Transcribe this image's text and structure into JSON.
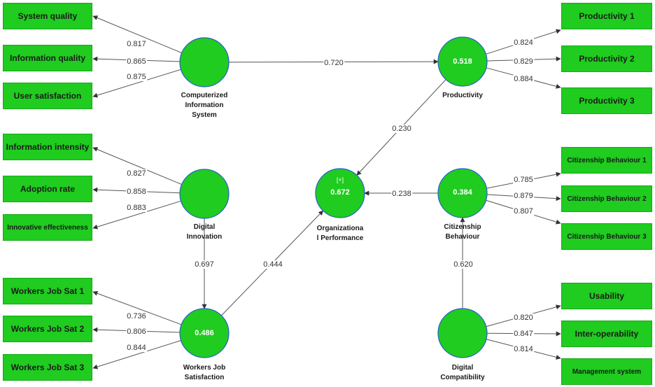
{
  "colors": {
    "fill": "#1fcc1f",
    "stroke": "#2a5fcc",
    "edge": "#555555"
  },
  "latents": {
    "cis": {
      "label": "Computerized\nInformation\nSystem",
      "r2": ""
    },
    "di": {
      "label": "Digital\nInnovation",
      "r2": ""
    },
    "wjs": {
      "label": "Workers Job\nSatisfaction",
      "r2": "0.486"
    },
    "op": {
      "label": "Organizationa\nl Performance",
      "r2": "0.672",
      "expand": "[+]"
    },
    "prod": {
      "label": "Productivity",
      "r2": "0.518"
    },
    "cb": {
      "label": "Citizenship\nBehaviour",
      "r2": "0.384"
    },
    "dc": {
      "label": "Digital\nCompatibility",
      "r2": ""
    }
  },
  "indicators": {
    "sq": "System quality",
    "iq": "Information quality",
    "us": "User satisfaction",
    "ii": "Information intensity",
    "ar": "Adoption rate",
    "ie": "Innovative effectiveness",
    "wjs1": "Workers Job Sat 1",
    "wjs2": "Workers Job Sat 2",
    "wjs3": "Workers Job Sat 3",
    "p1": "Productivity 1",
    "p2": "Productivity 2",
    "p3": "Productivity 3",
    "cb1": "Citizenship Behaviour 1",
    "cb2": "Citizenship Behaviour 2",
    "cb3": "Citizenship Behaviour 3",
    "u": "Usability",
    "io": "Inter-operability",
    "ms": "Management system"
  },
  "loadings": {
    "sq": "0.817",
    "iq": "0.865",
    "us": "0.875",
    "ii": "0.827",
    "ar": "0.858",
    "ie": "0.883",
    "wjs1": "0.736",
    "wjs2": "0.806",
    "wjs3": "0.844",
    "p1": "0.824",
    "p2": "0.829",
    "p3": "0.884",
    "cb1": "0.785",
    "cb2": "0.879",
    "cb3": "0.807",
    "u": "0.820",
    "io": "0.847",
    "ms": "0.814"
  },
  "paths": {
    "cis_prod": "0.720",
    "prod_op": "0.230",
    "cb_op": "0.238",
    "di_wjs": "0.697",
    "wjs_op": "0.444",
    "dc_cb": "0.620"
  }
}
